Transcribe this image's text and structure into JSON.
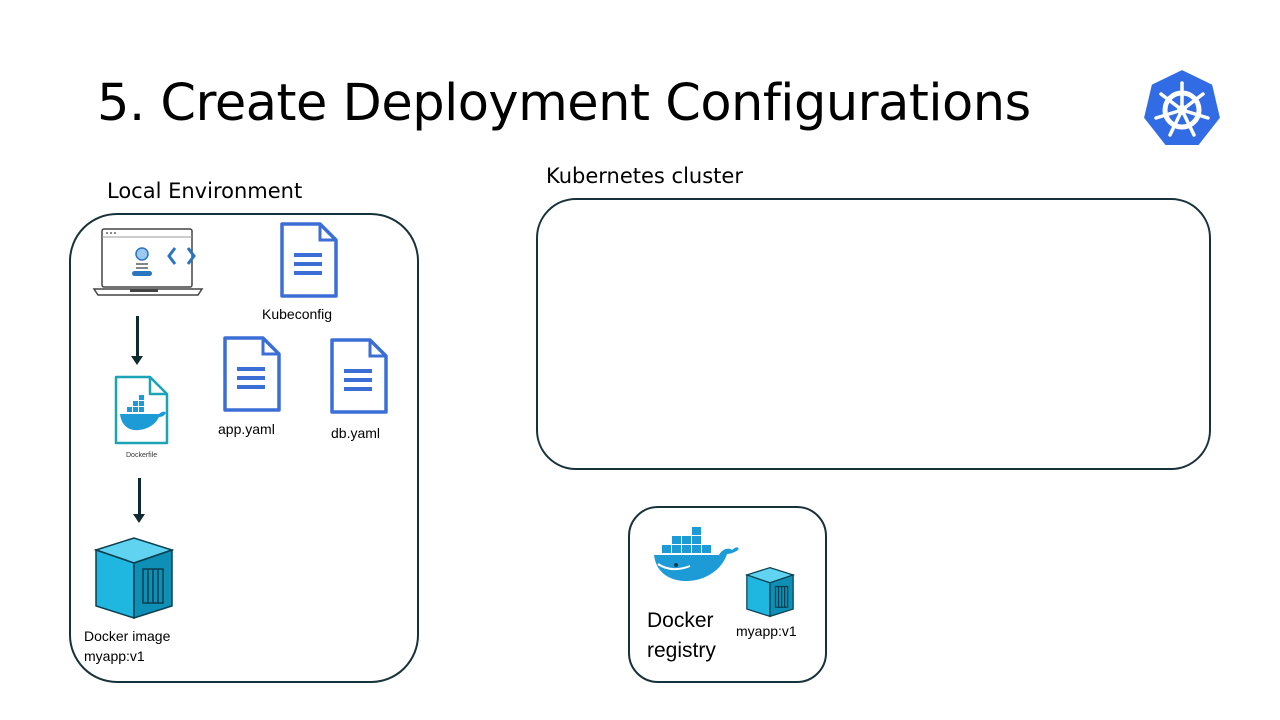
{
  "slide": {
    "title": "5. Create Deployment Configurations"
  },
  "local_environment": {
    "label": "Local Environment",
    "files": {
      "kubeconfig": "Kubeconfig",
      "app_yaml": "app.yaml",
      "db_yaml": "db.yaml"
    },
    "dockerfile_label": "Dockerfile",
    "docker_image_label": "Docker image",
    "docker_image_tag": "myapp:v1"
  },
  "kubernetes_cluster": {
    "label": "Kubernetes cluster"
  },
  "docker_registry": {
    "label_line1": "Docker",
    "label_line2": "registry",
    "image_tag": "myapp:v1"
  },
  "icons": {
    "logo": "kubernetes-logo-icon",
    "laptop": "laptop-code-icon",
    "document": "document-icon",
    "dockerfile": "dockerfile-icon",
    "container": "container-cube-icon",
    "docker_whale": "docker-whale-icon"
  },
  "colors": {
    "kubernetes_blue": "#326ce5",
    "document_blue": "#3b6fd6",
    "docker_blue": "#1d9bd7",
    "container_cyan": "#1fb6e0",
    "box_border": "#17323a"
  }
}
